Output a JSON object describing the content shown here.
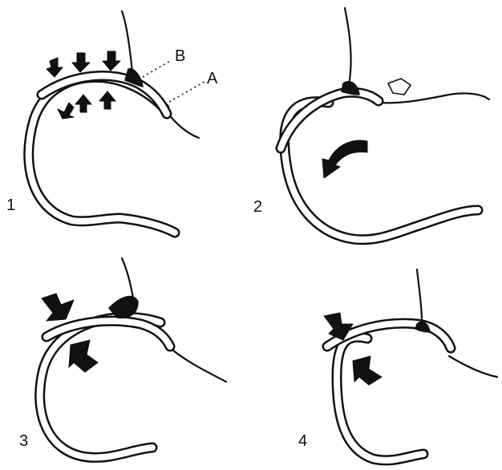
{
  "labels": {
    "panel_1": "1",
    "panel_2": "2",
    "panel_3": "3",
    "panel_4": "4",
    "structure_a": "A",
    "structure_b": "B"
  }
}
